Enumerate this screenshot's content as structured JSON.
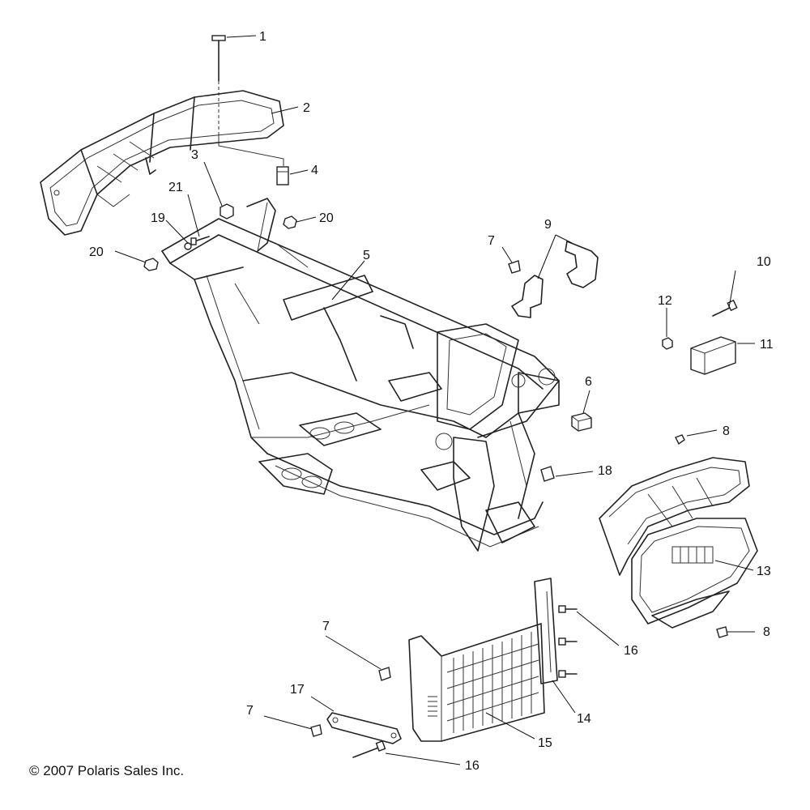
{
  "copyright": "© 2007 Polaris Sales Inc.",
  "callouts": {
    "c1": "1",
    "c2": "2",
    "c3": "3",
    "c4": "4",
    "c5": "5",
    "c6": "6",
    "c7a": "7",
    "c7b": "7",
    "c7c": "7",
    "c8a": "8",
    "c8b": "8",
    "c9": "9",
    "c10": "10",
    "c11": "11",
    "c12": "12",
    "c13": "13",
    "c14": "14",
    "c15": "15",
    "c16a": "16",
    "c16b": "16",
    "c17": "17",
    "c18": "18",
    "c19": "19",
    "c20a": "20",
    "c20b": "20",
    "c21": "21"
  }
}
